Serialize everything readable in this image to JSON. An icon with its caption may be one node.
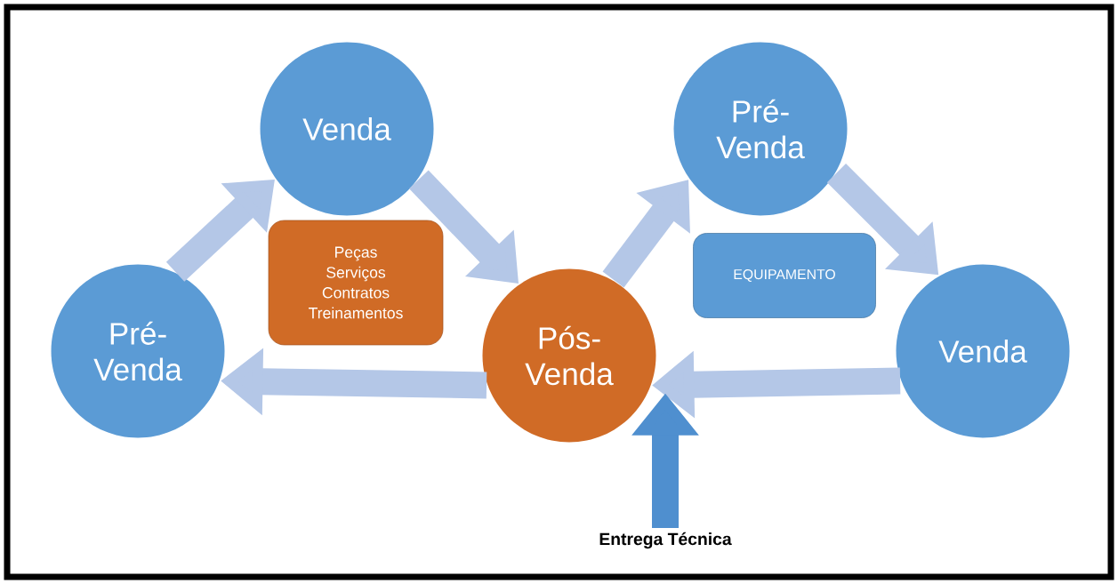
{
  "diagram": {
    "nodes": [
      {
        "text": [
          "Venda"
        ]
      },
      {
        "text": [
          "Pré-Venda"
        ]
      },
      {
        "text": [
          "Peças Serviços Contratos Treinamentos"
        ]
      },
      {
        "text": [
          "Pós-Venda"
        ]
      },
      {
        "text": [
          "Pré-Venda"
        ]
      },
      {
        "text": [
          "EQUIPAMENTO"
        ]
      },
      {
        "text": [
          "Venda"
        ]
      },
      {
        "text": [
          "Entrega Técnica"
        ]
      }
    ],
    "edges": [
      {
        "from": 1,
        "to": 0,
        "arrow": "to"
      },
      {
        "from": 0,
        "to": 3,
        "arrow": "to"
      },
      {
        "from": 3,
        "to": 1,
        "arrow": "to"
      },
      {
        "from": 3,
        "to": 4,
        "arrow": "to"
      },
      {
        "from": 4,
        "to": 6,
        "arrow": "to"
      },
      {
        "from": 6,
        "to": 3,
        "arrow": "to"
      },
      {
        "from": 7,
        "to": 3,
        "arrow": "to",
        "color": "#4f8fcf"
      }
    ]
  }
}
